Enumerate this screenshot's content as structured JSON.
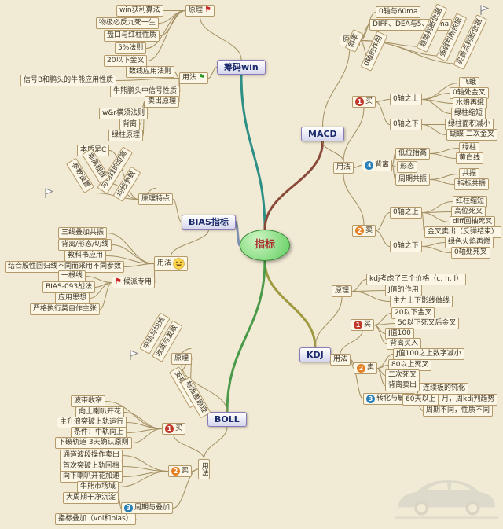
{
  "topics": {
    "center": "指标",
    "chouma": "筹码win",
    "macd": "MACD",
    "bias": "BIAS指标",
    "kdj": "KDJ",
    "boll": "BOLL"
  },
  "chouma": {
    "yuanli": "原理",
    "win_algo": "win获利算法",
    "wuji": "物极必反九死一生",
    "pankou": "盘口与红柱性质",
    "pct5": "5%法则",
    "under20": "20以下金叉",
    "yongfa": "用法",
    "shuxian": "数线应用法则",
    "signal_b": "信号B和鹏头的牛熊应用性质",
    "niuxiong": "牛熊鹏头中信号性质",
    "maichu": "卖出原理",
    "wr": "w&r横须法则",
    "beili": "背离",
    "lvzhu": "绿柱原理"
  },
  "macd": {
    "yuanli": "原理",
    "axis60": "0轴与60ma",
    "diff": "DIFF、DEA与5、10ma",
    "rot_xielv": "斜率",
    "rot_axis": "0轴的作用",
    "rot_trend": "趋势判断依据",
    "rot_strength": "强弱判断依据",
    "rot_trade": "买卖点判断依据",
    "yongfa": "用法",
    "buy": "买",
    "buy_above": "0轴之上",
    "feie": "飞蛾",
    "jincha0": "0轴处金叉",
    "shuilao": "水烙再蛾",
    "lvzhu_short": "绿柱缩短",
    "buy_below": "0轴之下",
    "lvzhu_area": "绿柱面积减小",
    "hudie": "蝴蝶 二次金叉",
    "beili": "背离",
    "diwei": "低位抬高",
    "lvzhu": "绿柱",
    "huangbai": "黄白线",
    "xingtai": "形态",
    "zhouqi": "周期共振",
    "gongzhen": "共振",
    "zhibiao_gongzhen": "指标共振",
    "sell": "卖",
    "sell_above": "0轴之上",
    "hongzhu": "红柱缩短",
    "gaowei": "高位死叉",
    "diff_sicha": "diff回抽死叉",
    "jincha_sell": "金叉卖出（反弹结束）",
    "sell_below": "0轴之下",
    "lvse": "绿色火焰再燃",
    "sicha0": "0轴处死叉"
  },
  "bias": {
    "benzhi": "本质是C",
    "rot1": "与均线的距离",
    "rot2": "均线参数",
    "yuanli": "原理特点",
    "rot3": "乖离程度",
    "rot4": "参数设置",
    "yongfa": "用法",
    "sanxian": "三线叠加共振",
    "beili": "背离/形态/切线",
    "jiaokeshu": "教科书应用",
    "gupiao": "结合股性回归线不同而采用不同参数",
    "houpai": "候派专用",
    "yigen": "一根线",
    "zhanfa": "BIAS-093战法",
    "sixiang": "应用思想",
    "yange": "严格执行莫自作主张"
  },
  "kdj": {
    "kaolv": "kdj考虑了三个价格（c, h, l）",
    "yuanli": "原理",
    "jzhi": "J值的作用",
    "zhuli": "主力上下影线做线",
    "yongfa": "用法",
    "buy": "买",
    "under20": "20以下金叉",
    "under50": "50以下死叉后金叉",
    "j100": "J值100",
    "beili_buy": "背离买入",
    "sell": "卖",
    "j100_down": "J值100之上数字减小",
    "over80": "80以上死叉",
    "second": "二次死叉",
    "beili_sell": "背离卖出",
    "zhuanhua": "转化与敏感",
    "lianxu": "连续板的钝化",
    "days60": "60天以上",
    "yuezhou": "月，周kdj判趋势",
    "zhouqi": "周期不同，性质不同"
  },
  "boll": {
    "yuanli": "原理",
    "rot1": "中轨与均线",
    "rot2": "收敛与发散",
    "rot3": "支撑与压力",
    "rot4": "标准差原理",
    "yongfa": "用法",
    "buy": "买",
    "bodai": "波带收窄",
    "laba_up": "向上喇叭开花",
    "zhusheng": "主升浪突破上轨运行",
    "tiaojian": "条件：中轨向上",
    "xiapo": "下破轨道 3天确认原则",
    "sell": "卖",
    "tongdao": "通道波段操作卖出",
    "shouci": "首次突破上轨回档",
    "laba_down": "向下喇叭开花加速",
    "niuxiong": "牛熊市场域",
    "zhouqi": "周期与叠加",
    "dazhouqi": "大周期干净沉淀",
    "diejia": "指标叠加（vol和bias）"
  },
  "icons": {
    "flag": "⚑",
    "num_buy": "1",
    "num_sell": "2",
    "num_misc": "3"
  },
  "colors": {
    "background": "#f1ead5",
    "connector": "#a38f62",
    "branch_chouma": "#2e8f86",
    "branch_macd": "#8a4a3a",
    "branch_bias": "#8090b0",
    "branch_kdj": "#9f9a40",
    "branch_boll": "#4a9a4a",
    "center_fill": "#5fce5e"
  },
  "edges": [
    [
      "center",
      "chouma",
      "branch_chouma",
      3
    ],
    [
      "center",
      "macd",
      "branch_macd",
      3
    ],
    [
      "center",
      "bias",
      "branch_bias",
      3
    ],
    [
      "center",
      "kdj",
      "branch_kdj",
      3
    ],
    [
      "center",
      "boll",
      "branch_boll",
      3
    ],
    [
      "chouma",
      "cm_yuanli"
    ],
    [
      "chouma",
      "cm_yongfa"
    ],
    [
      "cm_yuanli",
      "cm_win_algo"
    ],
    [
      "cm_yuanli",
      "cm_wuji"
    ],
    [
      "cm_yuanli",
      "cm_pankou"
    ],
    [
      "cm_yuanli",
      "cm_5pct"
    ],
    [
      "cm_yuanli",
      "cm_20"
    ],
    [
      "cm_yongfa",
      "cm_shuxian"
    ],
    [
      "cm_yongfa",
      "cm_signalB"
    ],
    [
      "cm_yongfa",
      "cm_niuxiong"
    ],
    [
      "cm_yongfa",
      "cm_maichu"
    ],
    [
      "cm_maichu",
      "cm_wr"
    ],
    [
      "cm_maichu",
      "cm_beili"
    ],
    [
      "cm_maichu",
      "cm_lvzhu"
    ],
    [
      "macd",
      "macd_yuanli"
    ],
    [
      "macd",
      "macd_yongfa"
    ],
    [
      "macd_yuanli",
      "macd_0_60"
    ],
    [
      "macd_yuanli",
      "macd_diff"
    ],
    [
      "macd_yuanli",
      "macd_rot1"
    ],
    [
      "macd_yuanli",
      "macd_rot2"
    ],
    [
      "macd_yuanli",
      "macd_rot3"
    ],
    [
      "macd_yuanli",
      "macd_rot4"
    ],
    [
      "macd_yuanli",
      "macd_rot5"
    ],
    [
      "macd_yongfa",
      "macd_buy"
    ],
    [
      "macd_yongfa",
      "macd_beili"
    ],
    [
      "macd_yongfa",
      "macd_sell"
    ],
    [
      "macd_buy",
      "macd_buy_above"
    ],
    [
      "macd_buy",
      "macd_buy_below"
    ],
    [
      "macd_buy_above",
      "macd_feie"
    ],
    [
      "macd_buy_above",
      "macd_0jincha"
    ],
    [
      "macd_buy_above",
      "macd_shuilao"
    ],
    [
      "macd_buy_above",
      "macd_lvzhusuoduan"
    ],
    [
      "macd_buy_below",
      "macd_lvzhu_area"
    ],
    [
      "macd_buy_below",
      "macd_hudie"
    ],
    [
      "macd_beili",
      "macd_diwei"
    ],
    [
      "macd_beili",
      "macd_xingtai"
    ],
    [
      "macd_beili",
      "macd_zhouqi"
    ],
    [
      "macd_diwei",
      "macd_lvzhu2"
    ],
    [
      "macd_diwei",
      "macd_huangbai"
    ],
    [
      "macd_zhouqi",
      "macd_gongzhen"
    ],
    [
      "macd_zhouqi",
      "macd_zhibiao_gz"
    ],
    [
      "macd_sell",
      "macd_sell_above"
    ],
    [
      "macd_sell",
      "macd_sell_below"
    ],
    [
      "macd_sell_above",
      "macd_hongzhu"
    ],
    [
      "macd_sell_above",
      "macd_gaowei"
    ],
    [
      "macd_sell_above",
      "macd_diff_sell"
    ],
    [
      "macd_sell_above",
      "macd_jincha_sell"
    ],
    [
      "macd_sell_below",
      "macd_lvse"
    ],
    [
      "macd_sell_below",
      "macd_0sicha"
    ],
    [
      "bias",
      "bias_yuanli"
    ],
    [
      "bias",
      "bias_yongfa"
    ],
    [
      "bias_yuanli",
      "bias_benzhi"
    ],
    [
      "bias_yuanli",
      "bias_rot1"
    ],
    [
      "bias_yuanli",
      "bias_rot2"
    ],
    [
      "bias_yuanli",
      "bias_rot3"
    ],
    [
      "bias_yuanli",
      "bias_rot4"
    ],
    [
      "bias_yongfa",
      "bias_sanxian"
    ],
    [
      "bias_yongfa",
      "bias_beili2"
    ],
    [
      "bias_yongfa",
      "bias_jiaokeshu"
    ],
    [
      "bias_yongfa",
      "bias_jiehegu"
    ],
    [
      "bias_yongfa",
      "bias_houpai"
    ],
    [
      "bias_houpai",
      "bias_yigen"
    ],
    [
      "bias_houpai",
      "bias_093"
    ],
    [
      "bias_houpai",
      "bias_yingyong"
    ],
    [
      "bias_houpai",
      "bias_yange"
    ],
    [
      "kdj",
      "kdj_yuanli"
    ],
    [
      "kdj",
      "kdj_yongfa"
    ],
    [
      "kdj_yuanli",
      "kdj_kaolv"
    ],
    [
      "kdj_yuanli",
      "kdj_jzhi"
    ],
    [
      "kdj_yuanli",
      "kdj_zhuli"
    ],
    [
      "kdj_yongfa",
      "kdj_buy"
    ],
    [
      "kdj_yongfa",
      "kdj_sell"
    ],
    [
      "kdj_yongfa",
      "kdj_zhuanhua"
    ],
    [
      "kdj_buy",
      "kdj_20"
    ],
    [
      "kdj_buy",
      "kdj_50"
    ],
    [
      "kdj_buy",
      "kdj_j100"
    ],
    [
      "kdj_buy",
      "kdj_beili_buy"
    ],
    [
      "kdj_sell",
      "kdj_j100down"
    ],
    [
      "kdj_sell",
      "kdj_80"
    ],
    [
      "kdj_sell",
      "kdj_2nd"
    ],
    [
      "kdj_sell",
      "kdj_beili_sell"
    ],
    [
      "kdj_zhuanhua",
      "kdj_lianxu"
    ],
    [
      "kdj_zhuanhua",
      "kdj_60"
    ],
    [
      "kdj_zhuanhua",
      "kdj_zhouqibutong"
    ],
    [
      "kdj_60",
      "kdj_yuezhou"
    ],
    [
      "boll",
      "boll_yuanli"
    ],
    [
      "boll",
      "boll_yongfa"
    ],
    [
      "boll_yuanli",
      "boll_rot1"
    ],
    [
      "boll_yuanli",
      "boll_rot2"
    ],
    [
      "boll_yuanli",
      "boll_rot3"
    ],
    [
      "boll_yuanli",
      "boll_rot4"
    ],
    [
      "boll_yongfa",
      "boll_buy"
    ],
    [
      "boll_yongfa",
      "boll_sell"
    ],
    [
      "boll_yongfa",
      "boll_zhouqi"
    ],
    [
      "boll_buy",
      "boll_bodai"
    ],
    [
      "boll_buy",
      "boll_xiangshang"
    ],
    [
      "boll_buy",
      "boll_zhusheng"
    ],
    [
      "boll_buy",
      "boll_tiaojian"
    ],
    [
      "boll_buy",
      "boll_xiapo"
    ],
    [
      "boll_sell",
      "boll_tongdao"
    ],
    [
      "boll_sell",
      "boll_shouci"
    ],
    [
      "boll_sell",
      "boll_xiangxia"
    ],
    [
      "boll_sell",
      "boll_niuxiong"
    ],
    [
      "boll_zhouqi",
      "boll_dazhouqi"
    ],
    [
      "boll_zhouqi",
      "boll_diejia"
    ]
  ]
}
